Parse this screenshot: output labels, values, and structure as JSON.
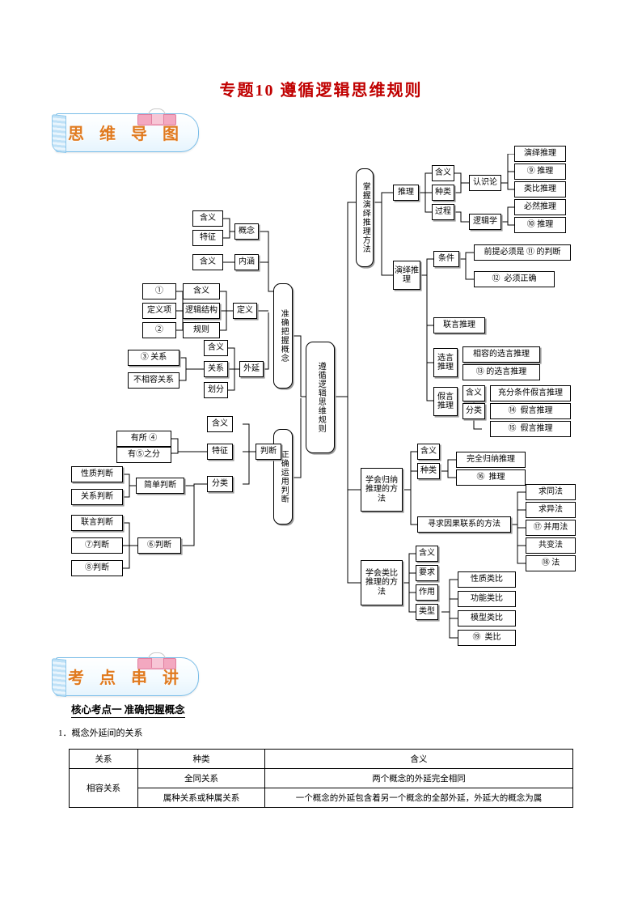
{
  "document": {
    "title": "专题10  遵循逻辑思维规则",
    "accent_red": "#c00000",
    "badge_text_color": "#e07a1f",
    "badge_border_color": "#79bde8",
    "clip_color": "#f3a8c0"
  },
  "badges": {
    "mindmap": "思 维 导 图",
    "keypoints": "考 点 串 讲"
  },
  "mindmap": {
    "center": "遵循逻辑思维规则",
    "branch_concept": "准确把握概念",
    "branch_judgment": "正确运用判断",
    "branch_deductive": "掌握演绎推理方法",
    "branch_inductive": "学会归纳推理的方法",
    "branch_analogy": "学会类比推理的方法",
    "concept": {
      "gainian": "概念",
      "gainian_children": [
        "含义",
        "特征"
      ],
      "neihan": "内涵",
      "neihan_children": [
        "含义"
      ],
      "dingyi": "定义",
      "dingyi_children": [
        "含义",
        "逻辑结构",
        "规则"
      ],
      "logic_structure_children": [
        "①",
        "定义项",
        "②"
      ],
      "waiyan": "外延",
      "waiyan_children": [
        "含义",
        "关系",
        "划分"
      ],
      "relation_children": [
        "③ 关系",
        "不相容关系"
      ]
    },
    "judgment": {
      "panduan": "判断",
      "panduan_children": [
        "含义",
        "特征",
        "分类"
      ],
      "tezheng_children": [
        "有所 ④",
        "有⑤之分"
      ],
      "fenlei_children": [
        "简单判断",
        "⑥判断"
      ],
      "simple_children": [
        "性质判断",
        "关系判断"
      ],
      "compound_children": [
        "联言判断",
        "⑦判断",
        "⑧判断"
      ]
    },
    "deductive": {
      "tuili": "推理",
      "tuili_children": [
        "含义",
        "种类",
        "过程"
      ],
      "renshilun": "认识论",
      "luojixue": "逻辑学",
      "renshilun_children": [
        "演绎推理",
        "⑨ 推理",
        "类比推理"
      ],
      "luojixue_children": [
        "必然推理",
        "⑩ 推理"
      ],
      "yanyi": "演绎推理",
      "tiaojian": "条件",
      "tiaojian_children": [
        "前提必须是 ⑪ 的判断",
        "⑫  必须正确"
      ],
      "lianyan": "联言推理",
      "xuanyan": "选言推理",
      "xuanyan_children": [
        "相容的选言推理",
        "⑬ 的选言推理"
      ],
      "jiayan": "假言推理",
      "jiayan_children": [
        "含义",
        "分类"
      ],
      "jiayan_types": [
        "充分条件假言推理",
        "⑭  假言推理",
        "⑮  假言推理"
      ]
    },
    "inductive": {
      "hanyi": "含义",
      "zhonglei": "种类",
      "zhonglei_children": [
        "完全归纳推理",
        "⑯  推理"
      ],
      "yinguo": "寻求因果联系的方法",
      "yinguo_children": [
        "求同法",
        "求异法",
        "⑰ 并用法",
        "共变法",
        "⑱ 法"
      ]
    },
    "analogy": {
      "items": [
        "含义",
        "要求",
        "作用",
        "类型"
      ],
      "leixing_children": [
        "性质类比",
        "功能类比",
        "模型类比",
        "⑲  类比"
      ]
    }
  },
  "keypoints": {
    "heading": "核心考点一 准确把握概念",
    "subheading": "1．概念外延间的关系",
    "table": {
      "headers": [
        "关系",
        "种类",
        "含义"
      ],
      "rows": [
        {
          "relation": "相容关系",
          "kinds": [
            {
              "kind": "全同关系",
              "meaning": "两个概念的外延完全相同"
            },
            {
              "kind": "属种关系或种属关系",
              "meaning": "一个概念的外延包含着另一个概念的全部外延，外延大的概念为属"
            }
          ]
        }
      ]
    }
  }
}
